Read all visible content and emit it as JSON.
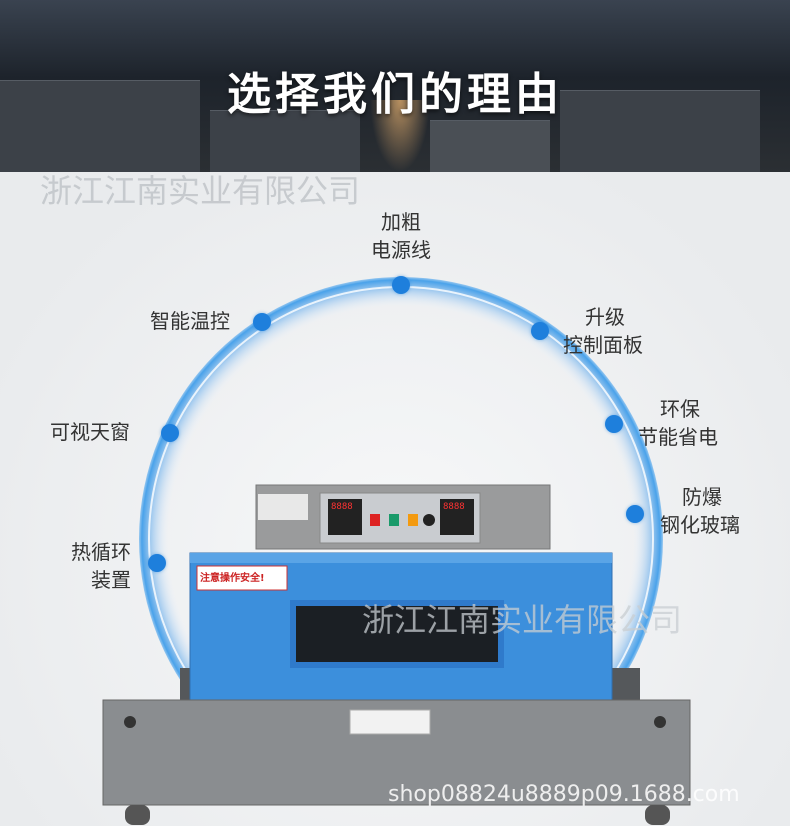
{
  "title": "选择我们的理由",
  "watermarks": {
    "company_top": "浙江江南实业有限公司",
    "company_mid": "浙江江南实业有限公司",
    "shop_url": "shop08824u8889p09.1688.com"
  },
  "features": [
    {
      "line1": "加粗",
      "line2": "电源线"
    },
    {
      "line1": "智能温控",
      "line2": ""
    },
    {
      "line1": "升级",
      "line2": "控制面板"
    },
    {
      "line1": "可视天窗",
      "line2": ""
    },
    {
      "line1": "环保",
      "line2": "节能省电"
    },
    {
      "line1": "防爆",
      "line2": "钢化玻璃"
    },
    {
      "line1": "热循环",
      "line2": "装置"
    }
  ],
  "machine": {
    "warning_label": "注意操作安全!",
    "display_value": "8888"
  },
  "colors": {
    "accent": "#1e7fdc",
    "machine_blue": "#3c8fdc",
    "machine_gray": "#8a8d90"
  }
}
